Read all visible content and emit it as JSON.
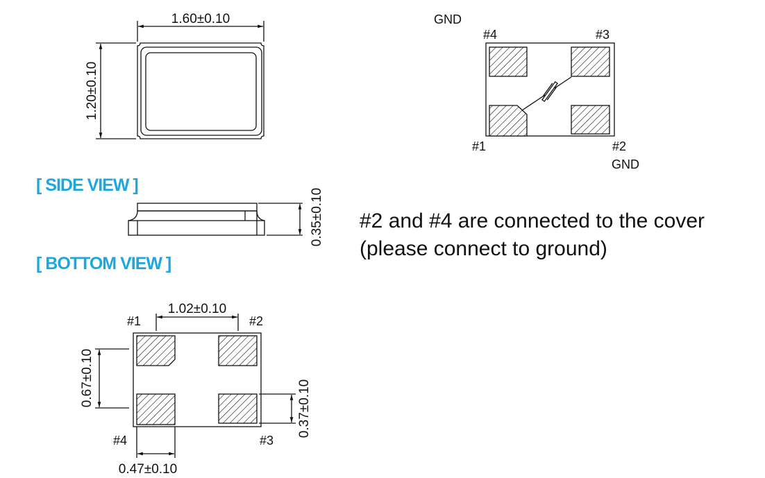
{
  "top_view": {
    "width_dim": "1.60±0.10",
    "height_dim": "1.20±0.10"
  },
  "side_view": {
    "heading": "[ SIDE VIEW ]",
    "height_dim": "0.35±0.10"
  },
  "bottom_view": {
    "heading": "[ BOTTOM  VIEW ]",
    "pitch_x_dim": "1.02±0.10",
    "pitch_y_dim": "0.67±0.10",
    "pad_height_dim": "0.37±0.10",
    "pad_width_dim": "0.47±0.10",
    "pins": {
      "p1": "#1",
      "p2": "#2",
      "p3": "#3",
      "p4": "#4"
    }
  },
  "schematic": {
    "gnd_top": "GND",
    "gnd_bottom": "GND",
    "pins": {
      "p1": "#1",
      "p2": "#2",
      "p3": "#3",
      "p4": "#4"
    }
  },
  "note": {
    "line1": "#2 and #4 are connected to the cover",
    "line2": "(please connect to ground)"
  }
}
